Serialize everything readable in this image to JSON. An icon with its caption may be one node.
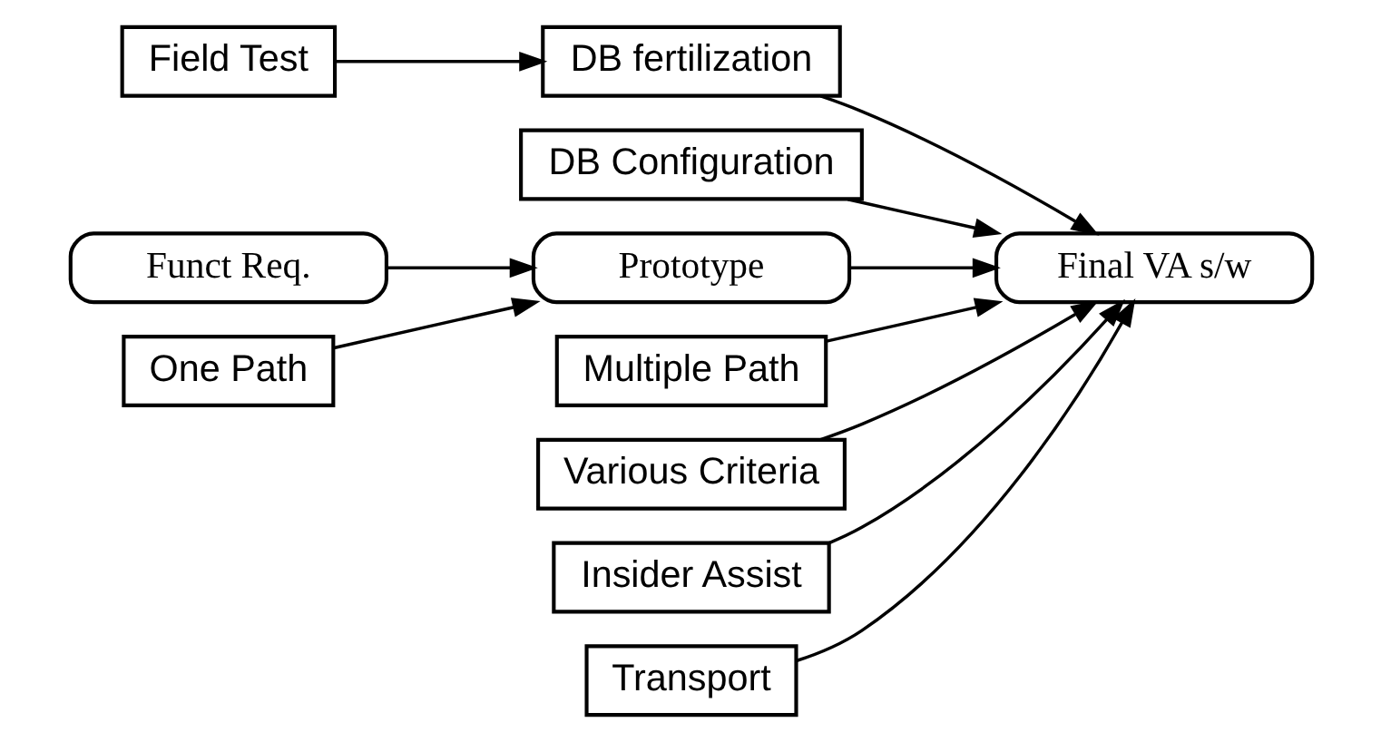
{
  "diagram": {
    "nodes": [
      {
        "text": [
          "Field Test"
        ]
      },
      {
        "text": [
          "DB fertilization"
        ]
      },
      {
        "text": [
          "DB Configuration"
        ]
      },
      {
        "text": [
          "Funct Req."
        ]
      },
      {
        "text": [
          "Prototype"
        ]
      },
      {
        "text": [
          "Final VA s/w"
        ]
      },
      {
        "text": [
          "One Path"
        ]
      },
      {
        "text": [
          "Multiple Path"
        ]
      },
      {
        "text": [
          "Various Criteria"
        ]
      },
      {
        "text": [
          "Insider Assist"
        ]
      },
      {
        "text": [
          "Transport"
        ]
      }
    ],
    "edges": [
      {
        "from": 0,
        "to": 1,
        "arrow": "to"
      },
      {
        "from": 1,
        "to": 5,
        "arrow": "to"
      },
      {
        "from": 2,
        "to": 5,
        "arrow": "to"
      },
      {
        "from": 3,
        "to": 4,
        "arrow": "to"
      },
      {
        "from": 4,
        "to": 5,
        "arrow": "to"
      },
      {
        "from": 6,
        "to": 4,
        "arrow": "to"
      },
      {
        "from": 7,
        "to": 5,
        "arrow": "to"
      },
      {
        "from": 8,
        "to": 5,
        "arrow": "to"
      },
      {
        "from": 9,
        "to": 5,
        "arrow": "to"
      },
      {
        "from": 10,
        "to": 5,
        "arrow": "to"
      }
    ]
  }
}
